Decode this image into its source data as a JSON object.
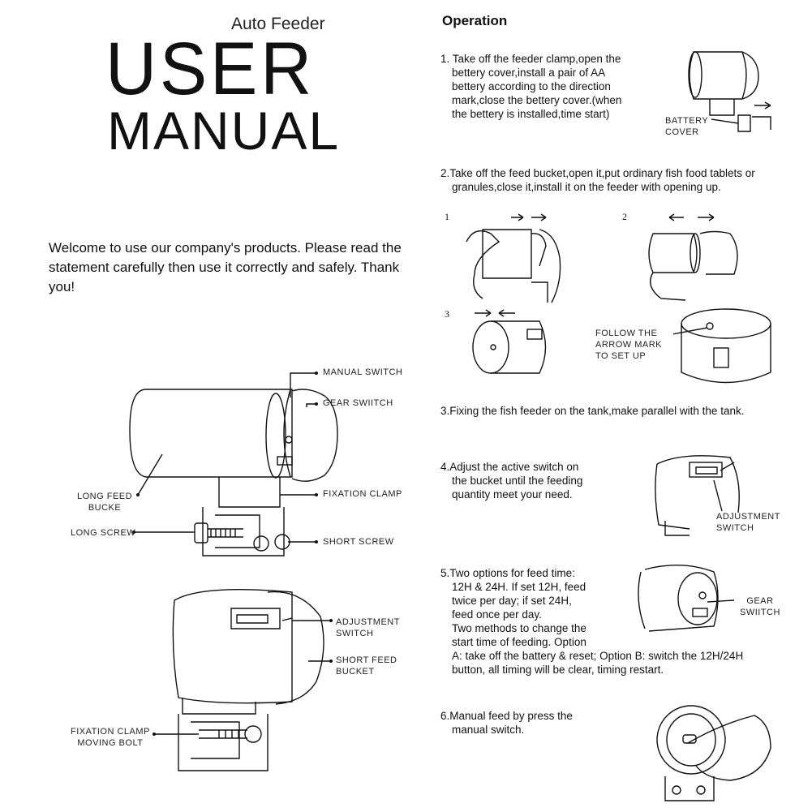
{
  "header": {
    "subtitle": "Auto Feeder",
    "title_line1": "USER",
    "title_line2": "MANUAL"
  },
  "welcome": "Welcome to use our company's products. Please read the statement carefully then use it correctly and safely. Thank you!",
  "diagram1": {
    "labels": {
      "manual_switch": "MANUAL SWITCH",
      "gear_switch": "GEAR SWIITCH",
      "long_feed_line1": "LONG FEED",
      "long_feed_line2": "BUCKE",
      "fixation_clamp": "FIXATION CLAMP",
      "long_screw": "LONG SCREW",
      "short_screw": "SHORT SCREW"
    }
  },
  "diagram2": {
    "labels": {
      "adjustment_line1": "ADJUSTMENT",
      "adjustment_line2": "SWITCH",
      "short_feed_line1": "SHORT FEED",
      "short_feed_line2": "BUCKET",
      "fixation_line1": "FIXATION CLAMP",
      "fixation_line2": "MOVING BOLT"
    }
  },
  "operation": {
    "heading": "Operation",
    "step1_lines": [
      "1. Take off the feeder clamp,open the",
      "bettery cover,install a pair of AA",
      "bettery according to the direction",
      "mark,close the bettery cover.(when",
      "the bettery is installed,time start)"
    ],
    "step1_label_line1": "BATTERY",
    "step1_label_line2": "COVER",
    "step2_lines": [
      "2.Take off the feed bucket,open it,put ordinary fish food tablets or",
      "granules,close it,install it on the feeder with opening up."
    ],
    "step2_fig_nums": [
      "1",
      "2",
      "3"
    ],
    "step2_label_lines": [
      "FOLLOW THE",
      "ARROW MARK",
      "TO SET UP"
    ],
    "step3": "3.Fixing the fish feeder on the tank,make parallel with the tank.",
    "step4_lines": [
      "4.Adjust the active switch on",
      "the bucket until the feeding",
      "quantity meet your need."
    ],
    "step4_label_line1": "ADJUSTMENT",
    "step4_label_line2": "SWITCH",
    "step5_lines": [
      "5.Two options for feed time:",
      "12H & 24H. If set 12H, feed",
      "twice per day; if set 24H,",
      "feed once per day.",
      "Two methods to change the",
      "start time of feeding. Option"
    ],
    "step5_full_lines": [
      "A: take off the battery & reset; Option B: switch the 12H/24H",
      "button, all timing will be clear, timing restart."
    ],
    "step5_label_line1": "GEAR",
    "step5_label_line2": "SWIITCH",
    "step6_lines": [
      "6.Manual feed by press the",
      "manual switch."
    ]
  }
}
